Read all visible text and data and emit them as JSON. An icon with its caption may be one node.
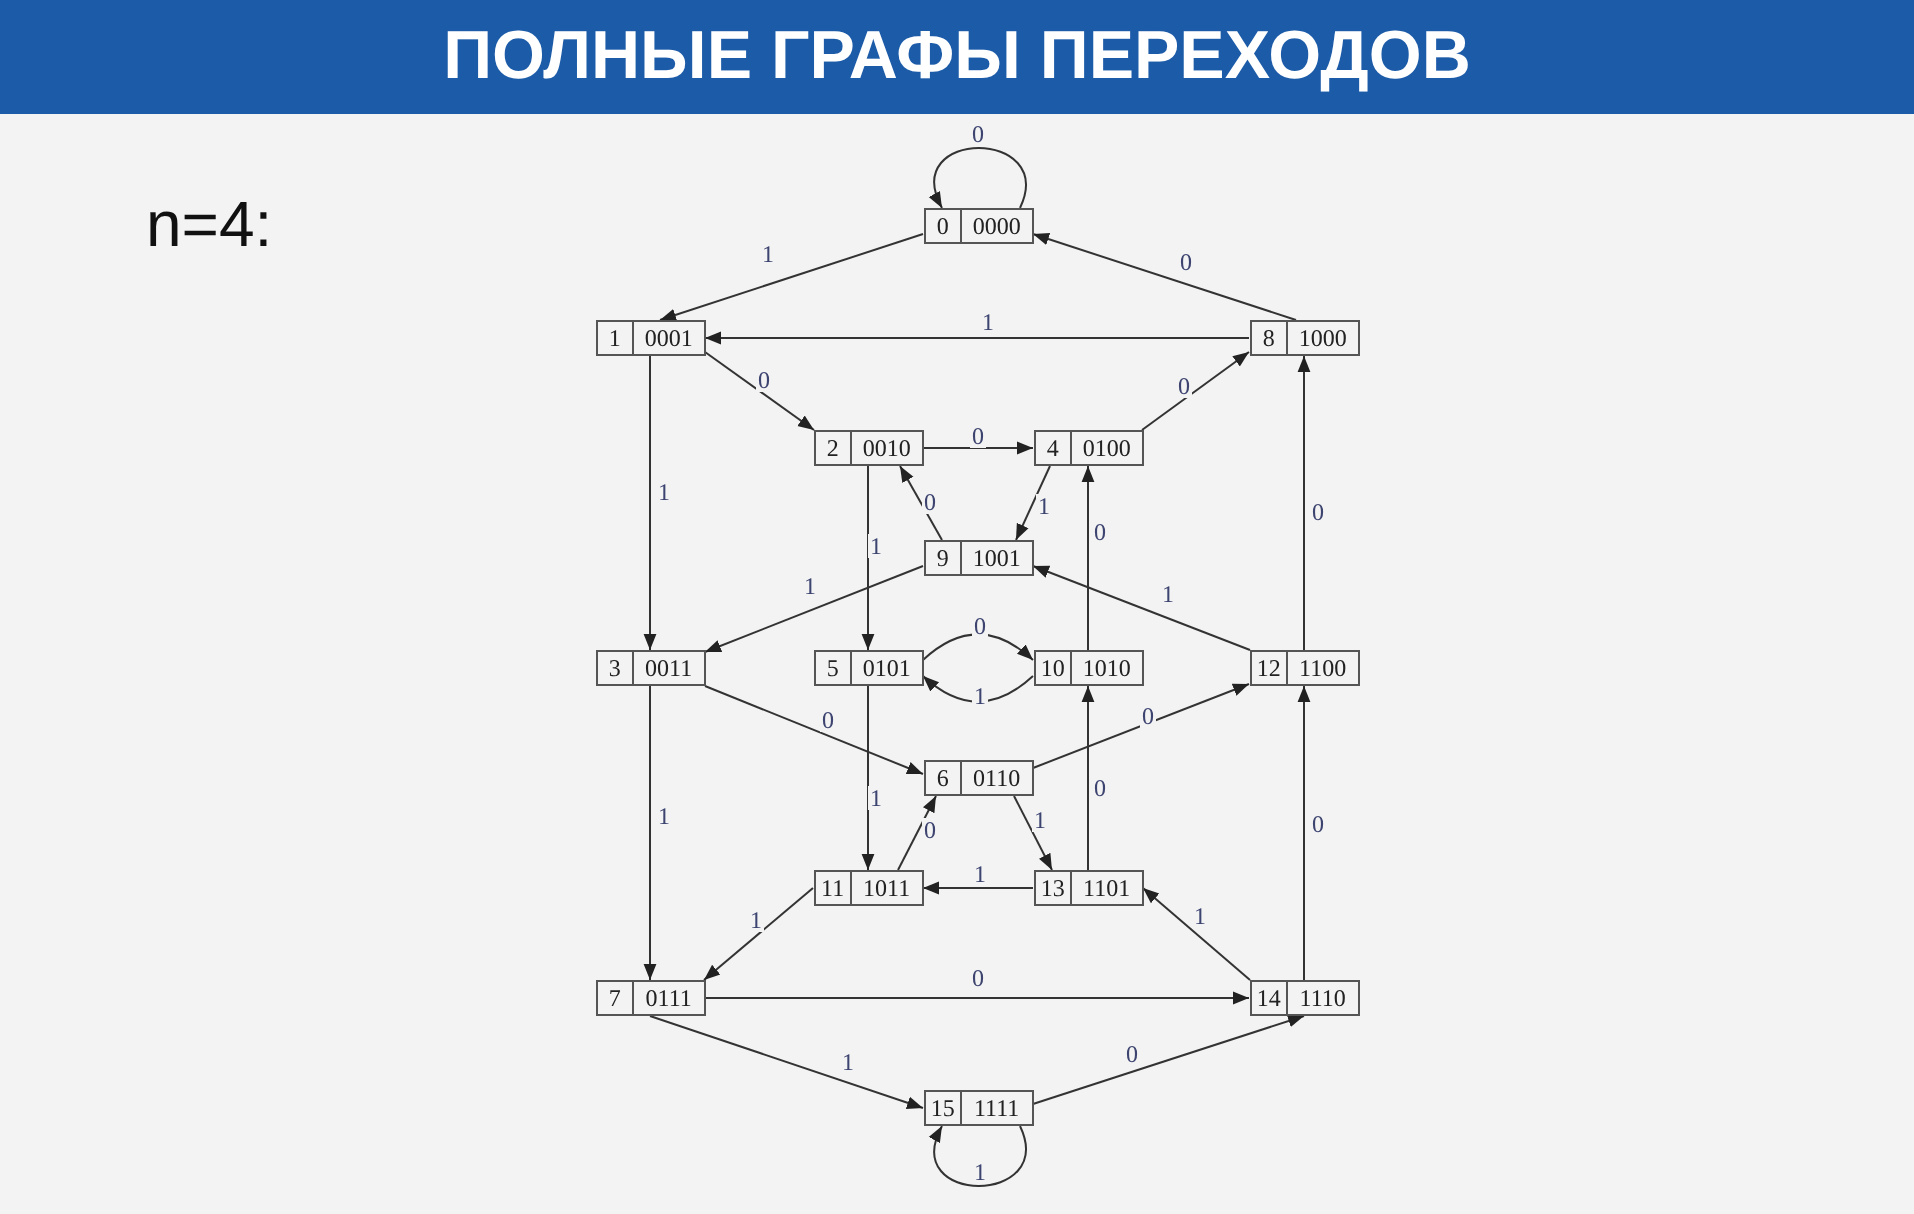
{
  "diagram": {
    "title": "ПОЛНЫЕ ГРАФЫ ПЕРЕХОДОВ",
    "nodes": [
      {
        "text": [
          "0",
          "0000"
        ]
      },
      {
        "text": [
          "1",
          "0001"
        ]
      },
      {
        "text": [
          "2",
          "0010"
        ]
      },
      {
        "text": [
          "3",
          "0011"
        ]
      },
      {
        "text": [
          "4",
          "0100"
        ]
      },
      {
        "text": [
          "5",
          "0101"
        ]
      },
      {
        "text": [
          "6",
          "0110"
        ]
      },
      {
        "text": [
          "7",
          "0111"
        ]
      },
      {
        "text": [
          "8",
          "1000"
        ]
      },
      {
        "text": [
          "9",
          "1001"
        ]
      },
      {
        "text": [
          "10",
          "1010"
        ]
      },
      {
        "text": [
          "11",
          "1011"
        ]
      },
      {
        "text": [
          "12",
          "1100"
        ]
      },
      {
        "text": [
          "13",
          "1101"
        ]
      },
      {
        "text": [
          "14",
          "1110"
        ]
      },
      {
        "text": [
          "15",
          "1111"
        ]
      }
    ],
    "edges": [
      {
        "from": 0,
        "to": 0,
        "arrow": "to",
        "label": "0"
      },
      {
        "from": 0,
        "to": 1,
        "arrow": "to",
        "label": "1"
      },
      {
        "from": 8,
        "to": 0,
        "arrow": "to",
        "label": "0"
      },
      {
        "from": 8,
        "to": 1,
        "arrow": "to",
        "label": "1"
      },
      {
        "from": 1,
        "to": 2,
        "arrow": "to",
        "label": "0"
      },
      {
        "from": 1,
        "to": 3,
        "arrow": "to",
        "label": "1"
      },
      {
        "from": 2,
        "to": 4,
        "arrow": "to",
        "label": "0"
      },
      {
        "from": 4,
        "to": 8,
        "arrow": "to",
        "label": "0"
      },
      {
        "from": 9,
        "to": 2,
        "arrow": "to",
        "label": "0"
      },
      {
        "from": 2,
        "to": 5,
        "arrow": "to",
        "label": "1"
      },
      {
        "from": 4,
        "to": 9,
        "arrow": "to",
        "label": "1"
      },
      {
        "from": 10,
        "to": 4,
        "arrow": "to",
        "label": "0"
      },
      {
        "from": 12,
        "to": 8,
        "arrow": "to",
        "label": "0"
      },
      {
        "from": 12,
        "to": 9,
        "arrow": "to",
        "label": "1"
      },
      {
        "from": 9,
        "to": 3,
        "arrow": "to",
        "label": "1"
      },
      {
        "from": 5,
        "to": 10,
        "arrow": "to",
        "label": "0"
      },
      {
        "from": 10,
        "to": 5,
        "arrow": "to",
        "label": "1"
      },
      {
        "from": 3,
        "to": 6,
        "arrow": "to",
        "label": "0"
      },
      {
        "from": 3,
        "to": 7,
        "arrow": "to",
        "label": "1"
      },
      {
        "from": 6,
        "to": 12,
        "arrow": "to",
        "label": "0"
      },
      {
        "from": 5,
        "to": 11,
        "arrow": "to",
        "label": "1"
      },
      {
        "from": 11,
        "to": 6,
        "arrow": "to",
        "label": "0"
      },
      {
        "from": 6,
        "to": 13,
        "arrow": "to",
        "label": "1"
      },
      {
        "from": 13,
        "to": 10,
        "arrow": "to",
        "label": "0"
      },
      {
        "from": 14,
        "to": 12,
        "arrow": "to",
        "label": "0"
      },
      {
        "from": 13,
        "to": 11,
        "arrow": "to",
        "label": "1"
      },
      {
        "from": 11,
        "to": 7,
        "arrow": "to",
        "label": "1"
      },
      {
        "from": 14,
        "to": 13,
        "arrow": "to",
        "label": "1"
      },
      {
        "from": 7,
        "to": 14,
        "arrow": "to",
        "label": "0"
      },
      {
        "from": 7,
        "to": 15,
        "arrow": "to",
        "label": "1"
      },
      {
        "from": 15,
        "to": 14,
        "arrow": "to",
        "label": "0"
      },
      {
        "from": 15,
        "to": 15,
        "arrow": "to",
        "label": "1"
      }
    ],
    "labels": [
      "n=4:"
    ]
  }
}
